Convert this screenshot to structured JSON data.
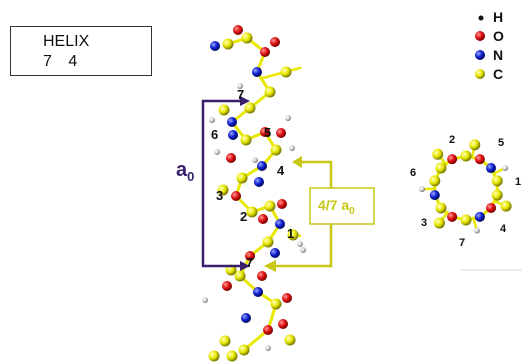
{
  "label_box": {
    "line1": "HELIX",
    "line2": "7 4"
  },
  "legend": [
    {
      "element": "H",
      "color": "#111111",
      "icon": "small-dot-icon"
    },
    {
      "element": "O",
      "color": "#e01010",
      "icon": "red-atom-icon"
    },
    {
      "element": "N",
      "color": "#1020d0",
      "icon": "blue-atom-icon"
    },
    {
      "element": "C",
      "color": "#e8e800",
      "icon": "yellow-atom-icon"
    }
  ],
  "pitch_label": {
    "main": "a",
    "sub": "0"
  },
  "fraction_label": {
    "main": "4/7 a",
    "sub": "0"
  },
  "side_view_numbers": [
    "7",
    "6",
    "5",
    "4",
    "3",
    "2",
    "1",
    "7"
  ],
  "top_view_numbers": [
    "2",
    "5",
    "6",
    "1",
    "3",
    "7",
    "4"
  ],
  "colors": {
    "oxygen": "#e01010",
    "nitrogen": "#1020d0",
    "carbon": "#e8e800",
    "hydrogen": "#d8d8d8",
    "pitch_bracket": "#3a1f6e",
    "fraction_bracket": "#c8c814"
  }
}
